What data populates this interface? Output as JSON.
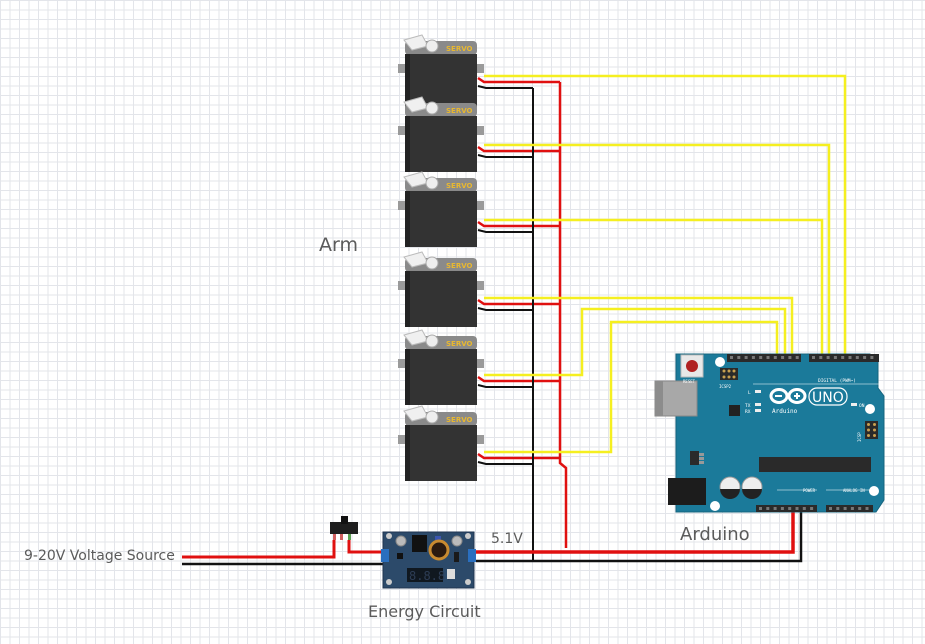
{
  "diagram": {
    "labels": {
      "arm": "Arm",
      "arduino": "Arduino",
      "energy_circuit": "Energy Circuit",
      "voltage_source": "9-20V Voltage Source",
      "output_voltage": "5.1V"
    },
    "servo": {
      "label": "SERVO",
      "count": 6
    },
    "arduino_board": {
      "reset_label": "RESET",
      "icsp2_label": "ICSP2",
      "icsp_label": "ICSP",
      "uno_label": "UNO",
      "brand_label": "Arduino",
      "digital_label": "DIGITAL (PWM~)",
      "power_label": "POWER",
      "analog_label": "ANALOG IN",
      "on_label": "ON",
      "led_l": "L",
      "led_tx": "TX",
      "led_rx": "RX"
    },
    "regulator": {
      "display": "8.8.8."
    },
    "colors": {
      "signal_wire": "#f5ef20",
      "power_wire": "#e01010",
      "ground_wire": "#111111",
      "board": "#1b7a9a",
      "servo_body": "#333333",
      "servo_top": "#8a8a8a",
      "servo_label": "#e8b830"
    }
  }
}
